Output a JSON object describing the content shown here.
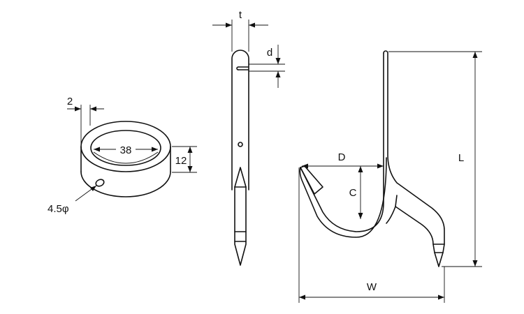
{
  "ring": {
    "wall_label": "2",
    "inner_label": "38",
    "height_label": "12",
    "hole_label": "4.5φ"
  },
  "side": {
    "thickness_label": "t",
    "hole_label": "d"
  },
  "hook": {
    "depth_label": "D",
    "throat_label": "C",
    "length_label": "L",
    "width_label": "W"
  }
}
